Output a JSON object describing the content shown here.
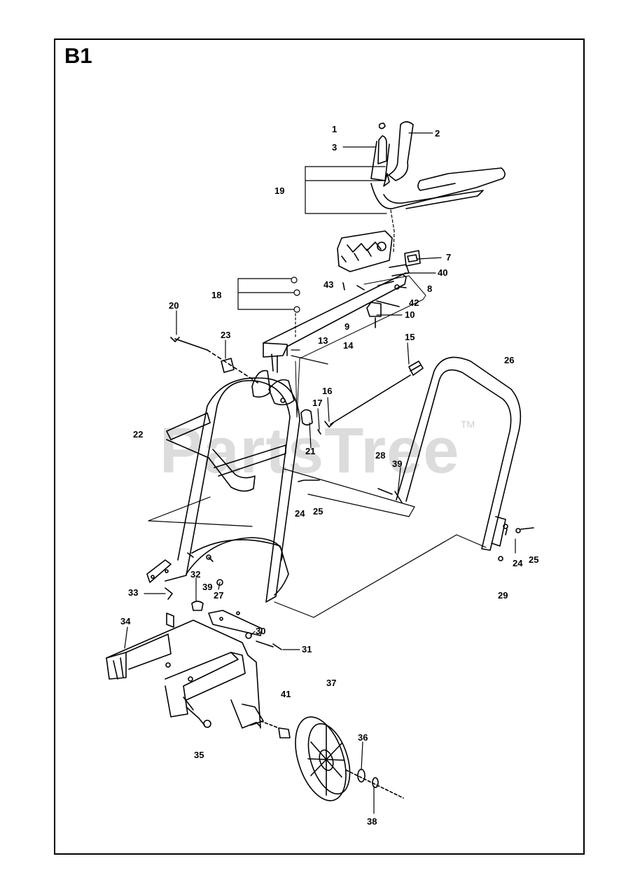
{
  "page": {
    "section_title": "B1",
    "watermark": "PartsTree",
    "trademark": "TM"
  },
  "callouts": [
    "1",
    "2",
    "3",
    "19",
    "7",
    "40",
    "43",
    "8",
    "18",
    "42",
    "10",
    "9",
    "20",
    "23",
    "13",
    "14",
    "15",
    "16",
    "17",
    "22",
    "21",
    "26",
    "28",
    "39",
    "24",
    "25",
    "24",
    "25",
    "32",
    "39",
    "27",
    "33",
    "29",
    "34",
    "30",
    "31",
    "37",
    "41",
    "36",
    "35",
    "38"
  ]
}
